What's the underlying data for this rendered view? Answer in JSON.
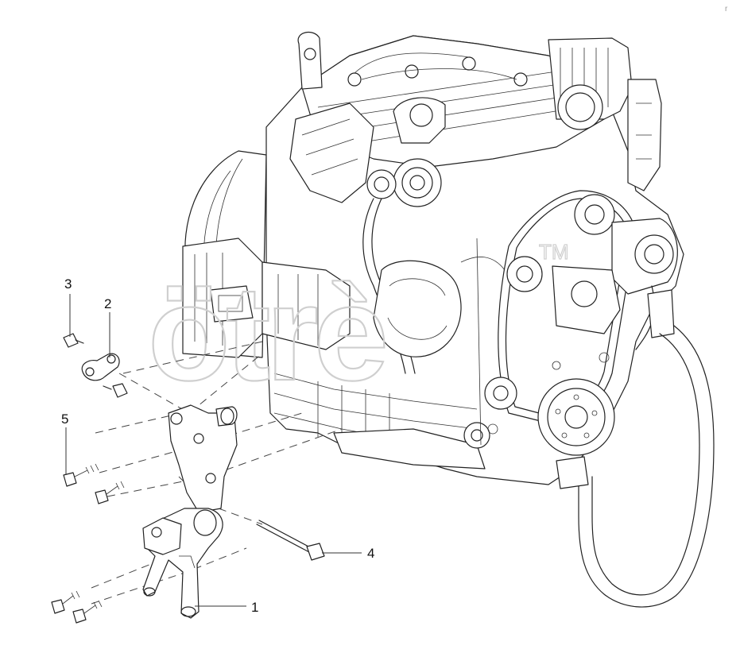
{
  "watermark": {
    "text": "ötrè",
    "trademark": "TM"
  },
  "callouts": [
    {
      "id": "1",
      "label": "1"
    },
    {
      "id": "2",
      "label": "2"
    },
    {
      "id": "3",
      "label": "3"
    },
    {
      "id": "4",
      "label": "4"
    },
    {
      "id": "5",
      "label": "5"
    }
  ],
  "corner_mark": "r"
}
